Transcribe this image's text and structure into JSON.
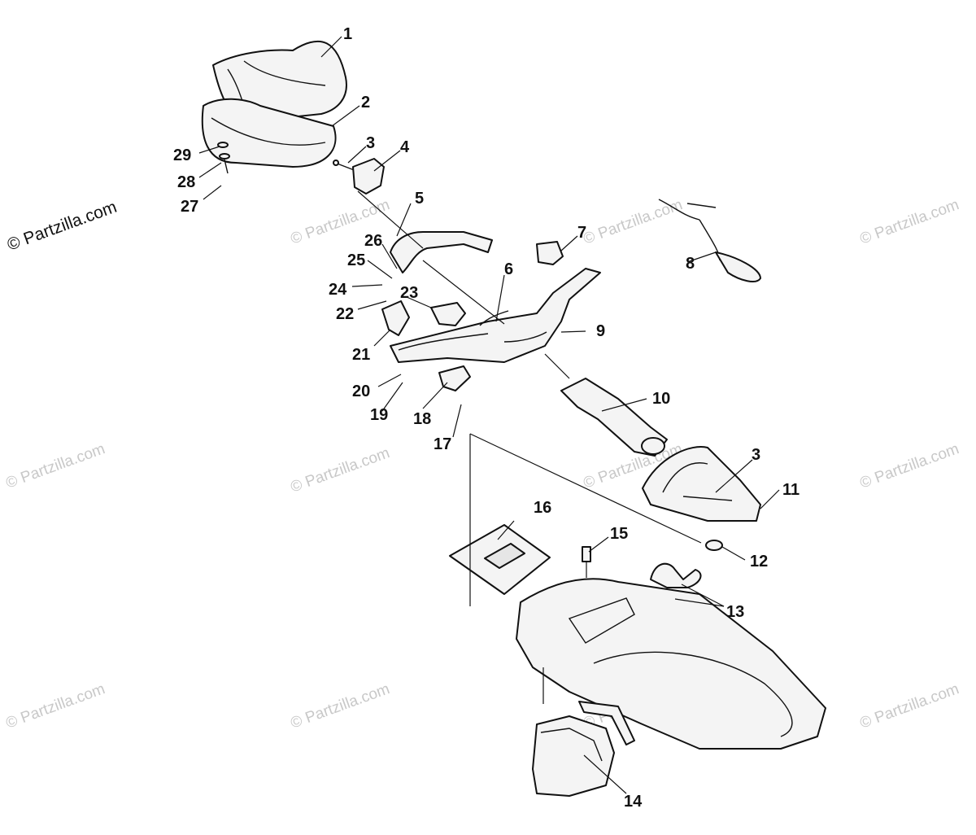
{
  "watermark": {
    "main": "© Partzilla.com",
    "faint": "© Partzilla.com"
  },
  "callouts": [
    {
      "id": "1",
      "label": "1"
    },
    {
      "id": "2",
      "label": "2"
    },
    {
      "id": "3a",
      "label": "3"
    },
    {
      "id": "4",
      "label": "4"
    },
    {
      "id": "5",
      "label": "5"
    },
    {
      "id": "6",
      "label": "6"
    },
    {
      "id": "7",
      "label": "7"
    },
    {
      "id": "8",
      "label": "8"
    },
    {
      "id": "9",
      "label": "9"
    },
    {
      "id": "10",
      "label": "10"
    },
    {
      "id": "3b",
      "label": "3"
    },
    {
      "id": "11",
      "label": "11"
    },
    {
      "id": "12",
      "label": "12"
    },
    {
      "id": "13",
      "label": "13"
    },
    {
      "id": "14",
      "label": "14"
    },
    {
      "id": "15",
      "label": "15"
    },
    {
      "id": "16",
      "label": "16"
    },
    {
      "id": "17",
      "label": "17"
    },
    {
      "id": "18",
      "label": "18"
    },
    {
      "id": "19",
      "label": "19"
    },
    {
      "id": "20",
      "label": "20"
    },
    {
      "id": "21",
      "label": "21"
    },
    {
      "id": "22",
      "label": "22"
    },
    {
      "id": "23",
      "label": "23"
    },
    {
      "id": "24",
      "label": "24"
    },
    {
      "id": "25",
      "label": "25"
    },
    {
      "id": "26",
      "label": "26"
    },
    {
      "id": "27",
      "label": "27"
    },
    {
      "id": "28",
      "label": "28"
    },
    {
      "id": "29",
      "label": "29"
    }
  ]
}
